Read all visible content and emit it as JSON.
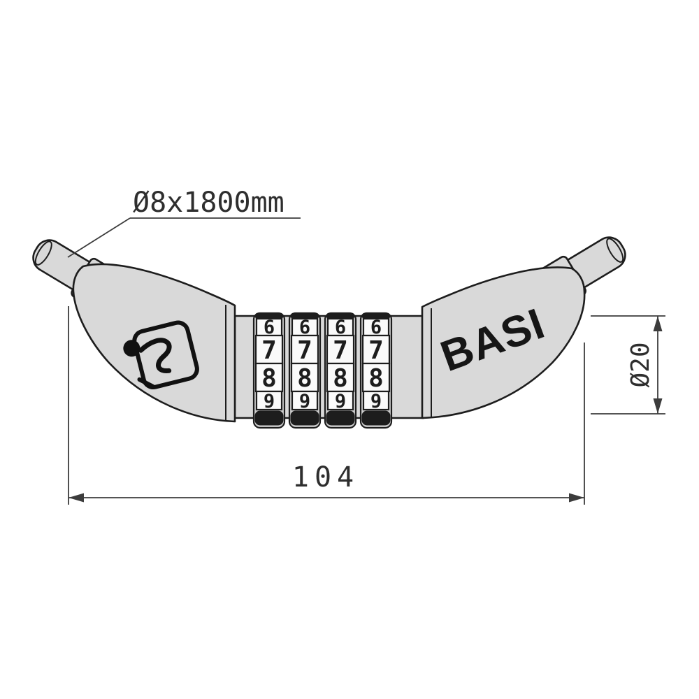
{
  "drawing": {
    "brand_label": "BASI",
    "dimensions": {
      "cable": "Ø8x1800mm",
      "diameter": "Ø20",
      "length": "104"
    },
    "dials": [
      {
        "digits": [
          "6",
          "7",
          "8",
          "9"
        ]
      },
      {
        "digits": [
          "6",
          "7",
          "8",
          "9"
        ]
      },
      {
        "digits": [
          "6",
          "7",
          "8",
          "9"
        ]
      },
      {
        "digits": [
          "6",
          "7",
          "8",
          "9"
        ]
      }
    ],
    "colors": {
      "body_fill": "#d9d9d9",
      "dial_fill": "#cfcfcf",
      "window_fill": "#fafafa",
      "outline": "#1d1d1d",
      "dimension_line": "#3c3c3c",
      "background": "#ffffff"
    }
  }
}
